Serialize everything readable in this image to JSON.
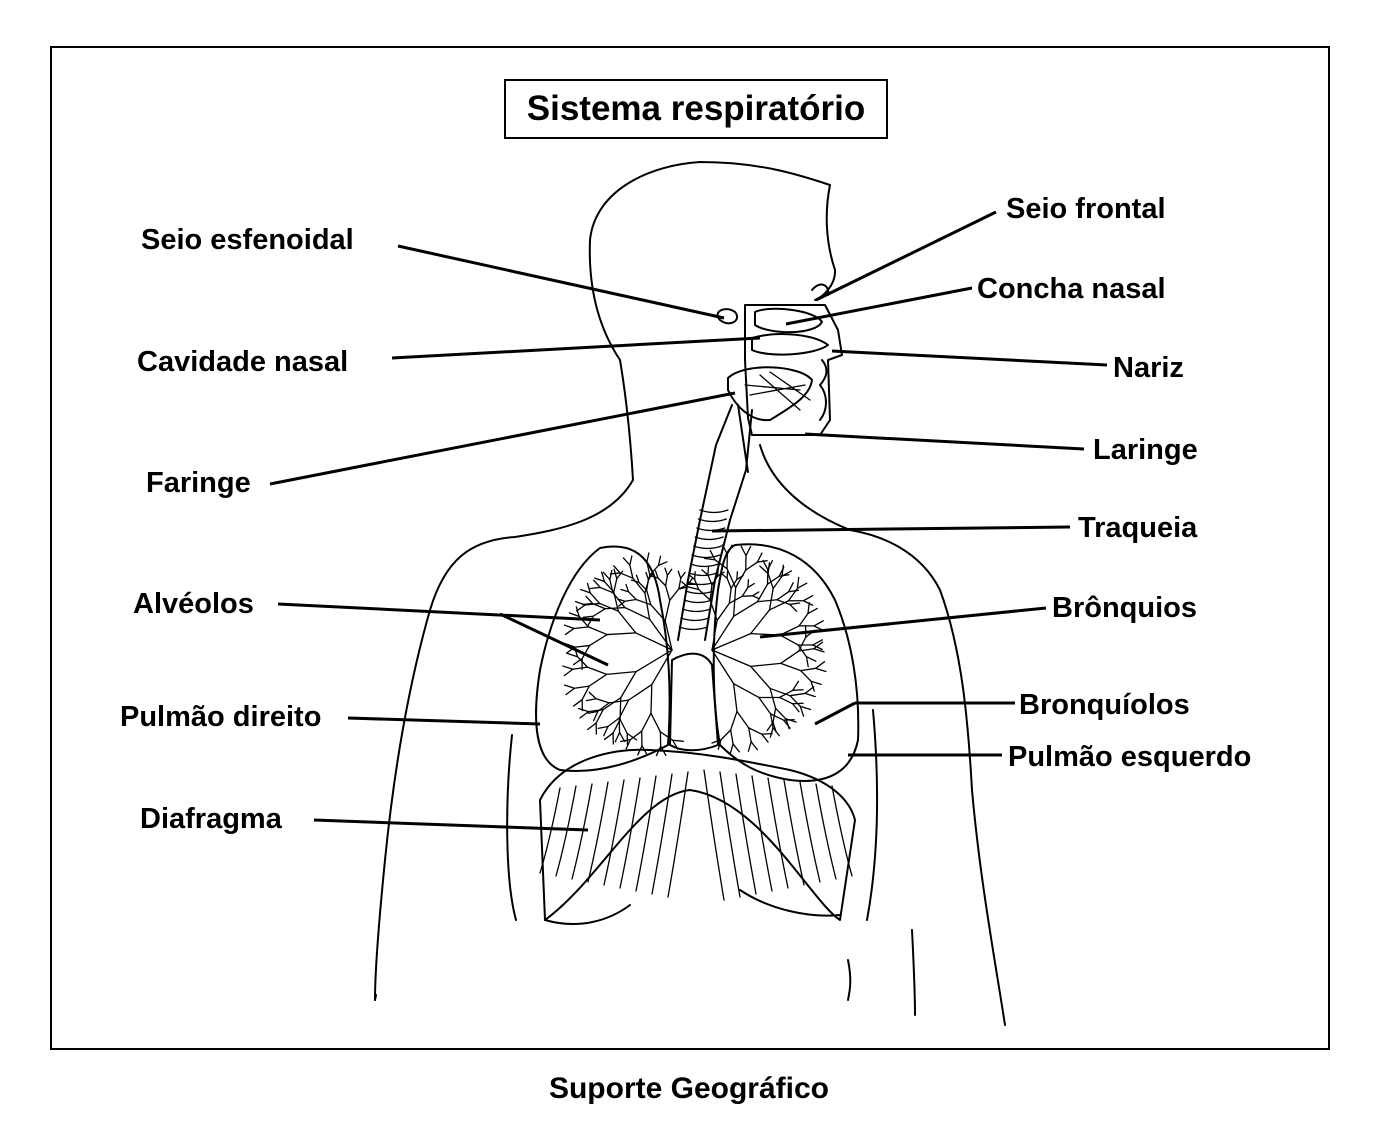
{
  "title": "Sistema respiratório",
  "credit": "Suporte Geográfico",
  "labels": {
    "seio_esfenoidal": "Seio esfenoidal",
    "cavidade_nasal": "Cavidade nasal",
    "faringe": "Faringe",
    "alveolos": "Alvéolos",
    "pulmao_direito": "Pulmão direito",
    "diafragma": "Diafragma",
    "seio_frontal": "Seio frontal",
    "concha_nasal": "Concha nasal",
    "nariz": "Nariz",
    "laringe": "Laringe",
    "traqueia": "Traqueia",
    "bronquios": "Brônquios",
    "bronquiolos": "Bronquíolos",
    "pulmao_esquerdo": "Pulmão esquerdo"
  }
}
